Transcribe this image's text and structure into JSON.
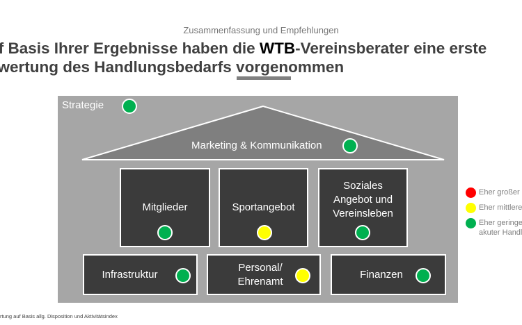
{
  "header": {
    "subtitle": "Zusammenfassung und Empfehlungen",
    "title_part1": "uf Basis Ihrer Ergebnisse haben die ",
    "title_highlight": "WTB",
    "title_part2": "-Vereinsberater eine erste",
    "title_line2": "ewertung des Handlungsbedarfs vorgenommen"
  },
  "colors": {
    "red": "#ff0000",
    "yellow": "#ffff00",
    "green": "#00b050"
  },
  "house": {
    "strategy": {
      "label": "Strategie",
      "status": "green"
    },
    "roof": {
      "label": "Marketing & Kommunikation",
      "status": "green"
    },
    "pillars": [
      {
        "label": "Mitglieder",
        "status": "green"
      },
      {
        "label": "Sportangebot",
        "status": "yellow"
      },
      {
        "label": "Soziales Angebot und Vereinsleben",
        "status": "green"
      }
    ],
    "foundation": [
      {
        "label": "Infrastruktur",
        "status": "green"
      },
      {
        "label": "Personal/ Ehrenamt",
        "status": "yellow"
      },
      {
        "label": "Finanzen",
        "status": "green"
      }
    ]
  },
  "legend": [
    {
      "label": "Eher großer",
      "status": "red"
    },
    {
      "label": "Eher mittlere",
      "status": "yellow"
    },
    {
      "label": "Eher geringe",
      "label2": "akuter Handl",
      "status": "green"
    }
  ],
  "footnote": "rtung auf Basis allg. Disposition und Aktivitätsindex"
}
